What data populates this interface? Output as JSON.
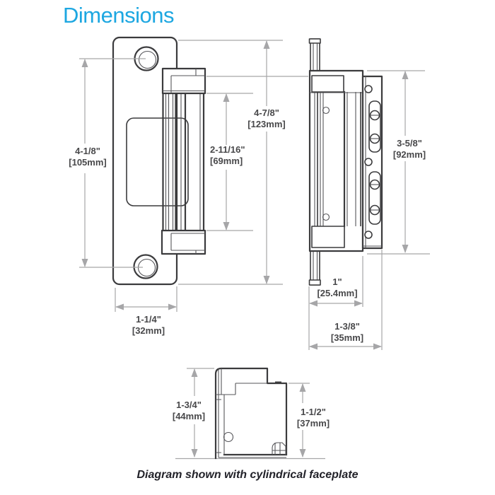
{
  "title": "Dimensions",
  "caption": "Diagram shown with cylindrical faceplate",
  "dimensions": {
    "front_view": {
      "hole_spacing": {
        "inches": "4-1/8\"",
        "mm": "[105mm]"
      },
      "cavity_height": {
        "inches": "2-11/16\"",
        "mm": "[69mm]"
      },
      "faceplate_height": {
        "inches": "4-7/8\"",
        "mm": "[123mm]"
      },
      "faceplate_width": {
        "inches": "1-1/4\"",
        "mm": "[32mm]"
      }
    },
    "side_view": {
      "body_height": {
        "inches": "3-5/8\"",
        "mm": "[92mm]"
      },
      "lip_depth": {
        "inches": "1\"",
        "mm": "[25.4mm]"
      },
      "overall_depth": {
        "inches": "1-3/8\"",
        "mm": "[35mm]"
      }
    },
    "profile_view": {
      "overall_height": {
        "inches": "1-3/4\"",
        "mm": "[44mm]"
      },
      "body_height": {
        "inches": "1-1/2\"",
        "mm": "[37mm]"
      }
    }
  },
  "colors": {
    "accent": "#1da7e1",
    "drawing_line": "#3b3b3d",
    "drawing_line_thin": "#56565a",
    "dimension_line": "#a6a6a8",
    "label_text": "#48484a",
    "caption_text": "#222229"
  }
}
